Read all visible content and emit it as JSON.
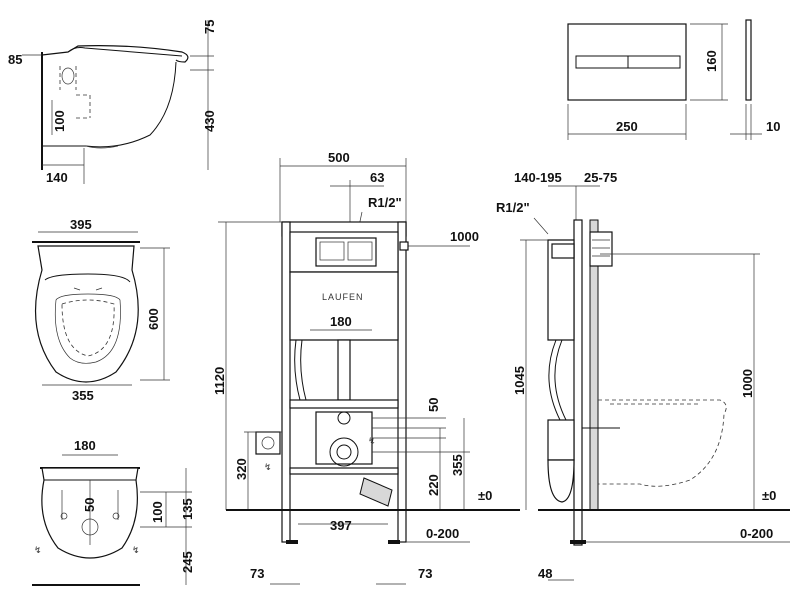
{
  "side_view_top": {
    "dim_85": "85",
    "dim_75": "75",
    "dim_100": "100",
    "dim_430": "430",
    "dim_140": "140"
  },
  "top_view": {
    "dim_395": "395",
    "dim_600": "600",
    "dim_355": "355"
  },
  "front_view_bowl": {
    "dim_180": "180",
    "dim_50": "50",
    "dim_100": "100",
    "dim_135": "135",
    "dim_245": "245"
  },
  "flush_plate": {
    "dim_160": "160",
    "dim_250": "250",
    "dim_10": "10"
  },
  "frame_front": {
    "dim_500": "500",
    "dim_63": "63",
    "thread": "R1/2\"",
    "dim_1000": "1000",
    "brand": "LAUFEN",
    "dim_180": "180",
    "dim_1120": "1120",
    "dim_50": "50",
    "dim_320": "320",
    "dim_220": "220",
    "dim_355": "355",
    "zero": "±0",
    "dim_397": "397",
    "range_0_200": "0-200",
    "dim_73_left": "73",
    "dim_73_right": "73"
  },
  "frame_side": {
    "range_140_195": "140-195",
    "range_25_75": "25-75",
    "thread": "R1/2\"",
    "dim_1045": "1045",
    "dim_1000": "1000",
    "zero": "±0",
    "range_0_200": "0-200",
    "dim_48": "48"
  }
}
